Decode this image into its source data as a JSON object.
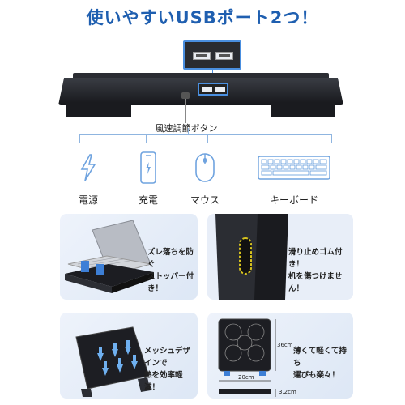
{
  "title": "使いやすいUSBポート2つ！",
  "speed_button_label": "風速調節ボタン",
  "usage": [
    {
      "label": "電源",
      "icon": "lightning-icon"
    },
    {
      "label": "充電",
      "icon": "smartphone-icon"
    },
    {
      "label": "マウス",
      "icon": "mouse-icon"
    },
    {
      "label": "キーボード",
      "icon": "keyboard-icon"
    }
  ],
  "panels": {
    "stopper": {
      "line1": "ズレ落ちを防ぐ",
      "line2": "ストッパー付き！"
    },
    "rubber": {
      "line1": "滑り止めゴム付き！",
      "line2": "机を傷つけません！"
    },
    "mesh": {
      "line1": "メッシュデザインで",
      "line2": "熱を効率軽減！"
    },
    "light": {
      "line1": "薄くて軽くて持ち",
      "line2": "運びも楽々！"
    }
  },
  "dimensions": {
    "height": "36cm",
    "width": "20cm",
    "thickness": "3.2cm"
  },
  "colors": {
    "accent": "#1f5fb0",
    "highlight": "#4a8fe0",
    "icon": "#6fa3df",
    "rubber": "#d6c21e"
  }
}
